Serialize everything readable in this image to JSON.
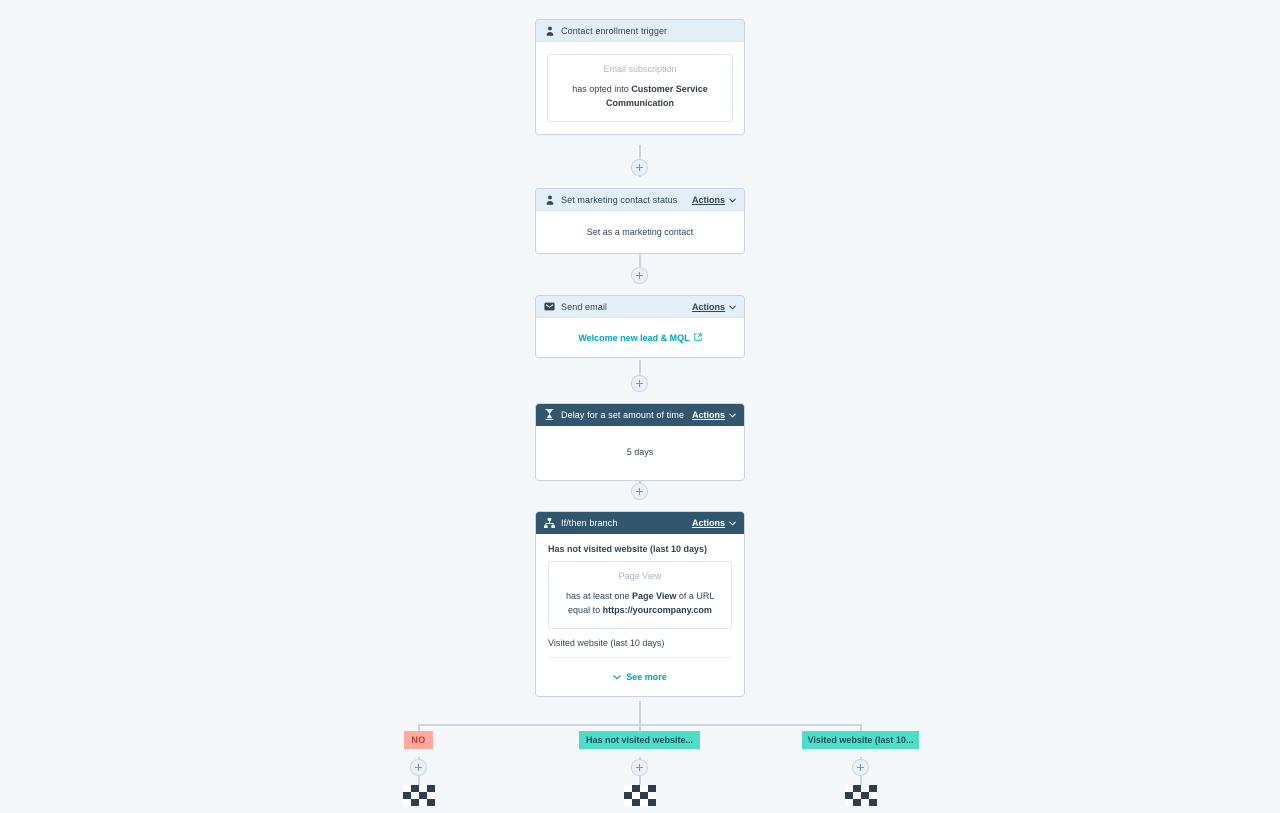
{
  "workflow": {
    "nodes": [
      {
        "id": "enrollment-trigger",
        "header_style": "light",
        "icon": "contact-icon",
        "title": "Contact enrollment trigger",
        "has_actions": false,
        "criteria": {
          "label": "Email subscription",
          "text_prefix": "has opted into ",
          "text_bold": "Customer Service Communication"
        }
      },
      {
        "id": "set-marketing-contact-status",
        "header_style": "light",
        "icon": "contact-icon",
        "title": "Set marketing contact status",
        "has_actions": true,
        "actions_label": "Actions",
        "body_text": "Set as a marketing contact"
      },
      {
        "id": "send-email",
        "header_style": "light",
        "icon": "envelope-icon",
        "title": "Send email",
        "has_actions": true,
        "actions_label": "Actions",
        "link_text": "Welcome new lead & MQL"
      },
      {
        "id": "delay",
        "header_style": "dark",
        "icon": "hourglass-icon",
        "title": "Delay for a set amount of time",
        "has_actions": true,
        "actions_label": "Actions",
        "body_text": "5 days"
      },
      {
        "id": "if-then-branch",
        "header_style": "dark",
        "icon": "branch-icon",
        "title": "If/then branch",
        "has_actions": true,
        "actions_label": "Actions",
        "branch_primary": "Has not visited website (last 10 days)",
        "criteria": {
          "label": "Page View",
          "line1_prefix": "has at least one ",
          "line1_bold": "Page View",
          "line1_suffix": " of a URL",
          "line2_prefix": "equal to ",
          "line2_bold": "https://yourcompany.com"
        },
        "branch_secondary": "Visited website (last 10 days)",
        "see_more_label": "See more"
      }
    ],
    "branches": [
      {
        "id": "branch-no",
        "label": "NO",
        "style": "no"
      },
      {
        "id": "branch-has-not-visited",
        "label": "Has not visited website...",
        "style": "teal"
      },
      {
        "id": "branch-visited",
        "label": "Visited website (last 10...",
        "style": "teal"
      }
    ],
    "colors": {
      "canvas_bg": "#f5f8fa",
      "header_light": "#e2eff8",
      "header_dark": "#33566f",
      "connector": "#cbd6e2",
      "link": "#00a4bd",
      "badge_no_bg": "#ffa9a0",
      "badge_no_text": "#c0392b",
      "badge_teal_bg": "#4fdcc8",
      "badge_teal_text": "#13525c",
      "text": "#33475b"
    }
  }
}
